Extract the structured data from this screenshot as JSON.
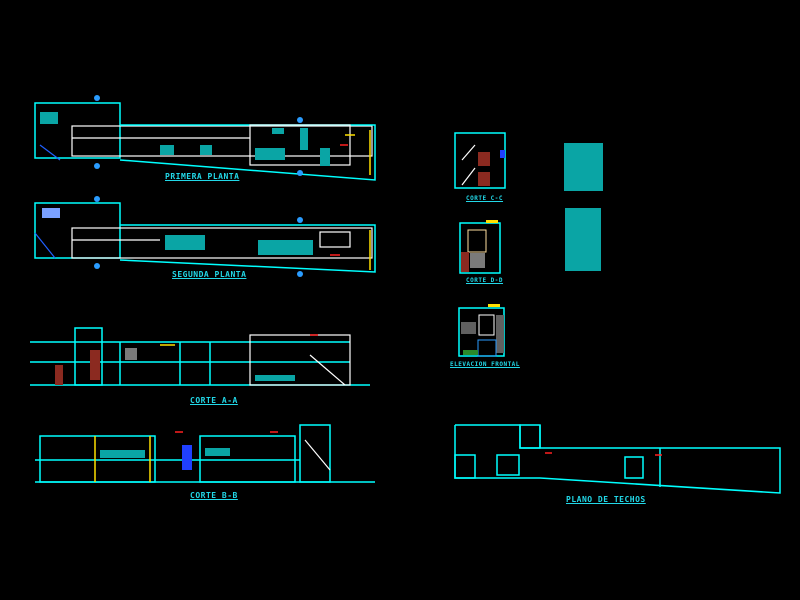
{
  "drawing": {
    "titles": {
      "primera_planta": "PRIMERA PLANTA",
      "segunda_planta": "SEGUNDA PLANTA",
      "corte_aa": "CORTE A-A",
      "corte_bb": "CORTE B-B",
      "corte_cc": "CORTE C-C",
      "corte_dd": "CORTE D-D",
      "elevacion_frontal": "ELEVACION FRONTAL",
      "plano_techos": "PLANO DE TECHOS"
    },
    "colors": {
      "background": "#000000",
      "primary_line": "#00ffff",
      "wall": "#ffffff",
      "furniture": "#0aa5a5",
      "accent_yellow": "#ffe000",
      "accent_red": "#ff2020"
    }
  }
}
